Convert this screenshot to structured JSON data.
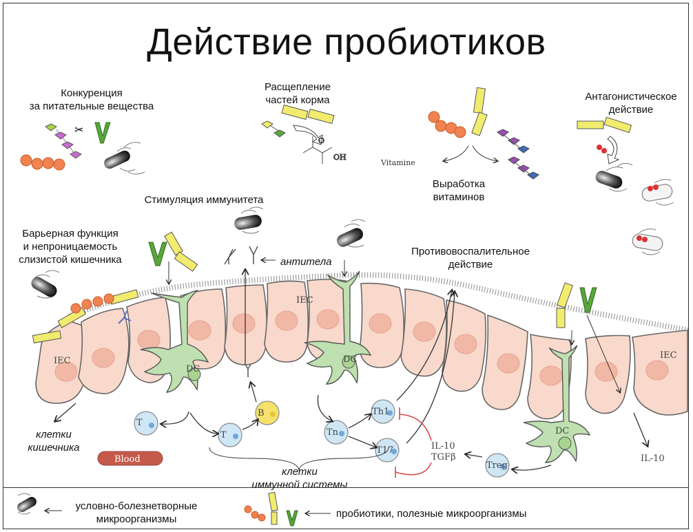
{
  "title": "Действие пробиотиков",
  "mechanisms": {
    "competition": [
      "Конкуренция",
      "за питательные вещества"
    ],
    "digestion": [
      "Расщепление",
      "частей корма"
    ],
    "vitamins": [
      "Выработка",
      "витаминов"
    ],
    "antagonism": [
      "Антагонистическое",
      "действие"
    ],
    "immunity": "Стимуляция иммунитета",
    "barrier": [
      "Барьерная функция",
      "и непроницаемость",
      "слизистой кишечника"
    ],
    "anti_inflammatory": [
      "Противовоспалительное",
      "действие"
    ],
    "antibodies": "антитела",
    "gut_cells": [
      "клетки",
      "кишечника"
    ],
    "immune_cells": [
      "клетки",
      "иммунной системы"
    ]
  },
  "diagram_labels": {
    "iec": "IEC",
    "dc": "DC",
    "t": "T",
    "b": "B",
    "tn": "Tn",
    "th1": "Th1",
    "t17": "T17",
    "treg": "Treg",
    "il10": "IL-10",
    "tgf": "TGFβ",
    "blood": "Blood",
    "vitamine": "Vitamine",
    "o": "O",
    "oh": "OH"
  },
  "legend": {
    "pathogens": [
      "условно-болезнетворные",
      "микроорганизмы"
    ],
    "probiotics": "пробиотики, полезные микроорганизмы"
  },
  "colors": {
    "orange": "#f0834f",
    "yellow": "#f2ec6e",
    "green": "#5aa63c",
    "purple": "#9b4fb8",
    "blue_hex": "#3e6fc4",
    "cell_fill": "#f8d9cc",
    "nucleus": "#f2b8a6",
    "dc_green": "#6aa454",
    "tcell": "#cfe6f5",
    "bcell": "#f6e16a",
    "red_arrow": "#d84848"
  }
}
